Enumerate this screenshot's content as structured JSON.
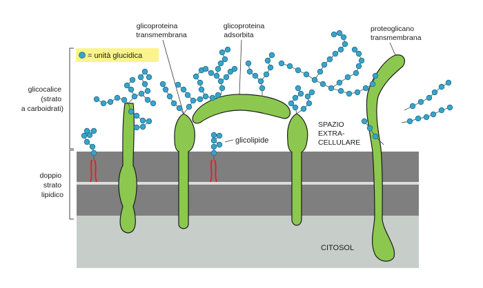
{
  "legend": {
    "label": "= unità glucidica"
  },
  "labels": {
    "glicocalice": [
      "glicocalice",
      "(strato",
      "a carboidrati)"
    ],
    "doppio_strato": [
      "doppio",
      "strato",
      "lipidico"
    ],
    "glicoproteina_transmembrana": [
      "glicoproteina",
      "transmembrana"
    ],
    "glicoproteina_adsorbita": [
      "glicoproteina",
      "adsorbita"
    ],
    "proteoglicano_transmembrana": [
      "proteoglicano",
      "transmembrana"
    ],
    "glicolipide": "glicolipide",
    "spazio_extracellulare": [
      "SPAZIO",
      "EXTRA-",
      "CELLULARE"
    ],
    "citosol": "CITOSOL"
  },
  "colors": {
    "protein_fill": "#8cc850",
    "protein_stroke": "#1a1a1a",
    "sugar_fill": "#3aa3c9",
    "membrane": "#7f7f7f",
    "cytosol": "#c7cdc8",
    "legend_bg": "#fbf48c",
    "lipid_tail": "#d9262b"
  }
}
